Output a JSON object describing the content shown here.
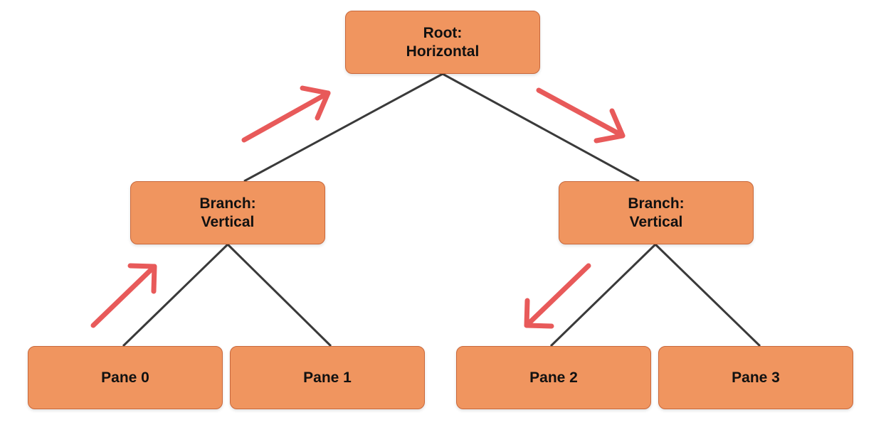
{
  "colors": {
    "node_fill": "#f0955f",
    "node_border": "#c9683b",
    "edge": "#3a3a3a",
    "arrow": "#e85a5a"
  },
  "nodes": {
    "root": {
      "label": "Root:\nHorizontal"
    },
    "branch_left": {
      "label": "Branch:\nVertical"
    },
    "branch_right": {
      "label": "Branch:\nVertical"
    },
    "pane_0": {
      "label": "Pane 0"
    },
    "pane_1": {
      "label": "Pane 1"
    },
    "pane_2": {
      "label": "Pane 2"
    },
    "pane_3": {
      "label": "Pane 3"
    }
  },
  "edges": [
    {
      "from": "root",
      "to": "branch_left"
    },
    {
      "from": "root",
      "to": "branch_right"
    },
    {
      "from": "branch_left",
      "to": "pane_0"
    },
    {
      "from": "branch_left",
      "to": "pane_1"
    },
    {
      "from": "branch_right",
      "to": "pane_2"
    },
    {
      "from": "branch_right",
      "to": "pane_3"
    }
  ]
}
